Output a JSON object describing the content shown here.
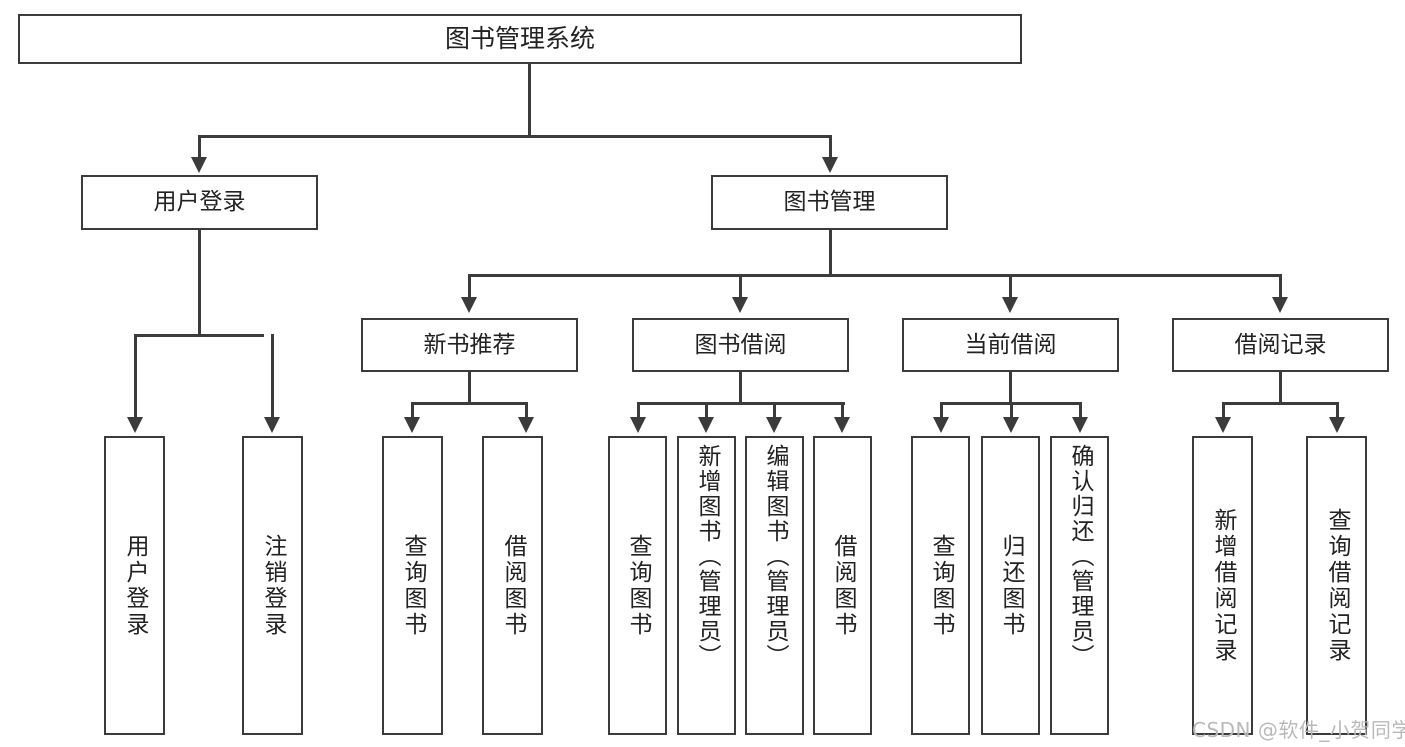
{
  "diagram": {
    "title": "图书管理系统",
    "root": {
      "label": "图书管理系统"
    },
    "level2": [
      {
        "label": "用户登录"
      },
      {
        "label": "图书管理"
      }
    ],
    "level3": [
      {
        "label": "新书推荐"
      },
      {
        "label": "图书借阅"
      },
      {
        "label": "当前借阅"
      },
      {
        "label": "借阅记录"
      }
    ],
    "leaves": {
      "user_login": [
        {
          "label": "用户登录"
        },
        {
          "label": "注销登录"
        }
      ],
      "new_book_recommend": [
        {
          "label": "查询图书"
        },
        {
          "label": "借阅图书"
        }
      ],
      "book_borrow": [
        {
          "label": "查询图书"
        },
        {
          "label": "新增图书（管理员）"
        },
        {
          "label": "编辑图书（管理员）"
        },
        {
          "label": "借阅图书"
        }
      ],
      "current_borrow": [
        {
          "label": "查询图书"
        },
        {
          "label": "归还图书"
        },
        {
          "label": "确认归还（管理员）"
        }
      ],
      "borrow_record": [
        {
          "label": "新增借阅记录"
        },
        {
          "label": "查询借阅记录"
        }
      ]
    }
  },
  "watermark": {
    "text": "CSDN @软件_小贺同学"
  },
  "colors": {
    "stroke": "#3b3b3b",
    "background": "#ffffff",
    "text": "#222222",
    "watermark": "#b9b9b9"
  }
}
